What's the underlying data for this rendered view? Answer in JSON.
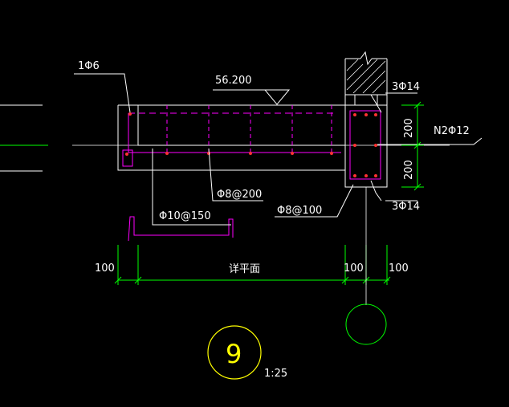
{
  "drawing": {
    "background": "#000000",
    "colors": {
      "structure": "#ffffff",
      "dimension": "#00ff00",
      "rebar": "#ff00ff",
      "rebar_dot": "#ff0000",
      "detail_circle": "#ffff00",
      "hatch": "#ffffff"
    },
    "labels": {
      "stirrup_end": "1Φ6",
      "elevation": "56.200",
      "top_bars": "3Φ14",
      "side_bars": "N2Φ12",
      "bottom_bars": "3Φ14",
      "slab_dist": "Φ8@200",
      "slab_bars": "Φ10@150",
      "beam_stirrup": "Φ8@100",
      "dim_vertical_1": "200",
      "dim_vertical_2": "200",
      "dim_left": "100",
      "dim_middle": "详平面",
      "dim_right_1": "100",
      "dim_right_2": "100"
    },
    "detail": {
      "number": "9",
      "scale": "1:25"
    }
  }
}
